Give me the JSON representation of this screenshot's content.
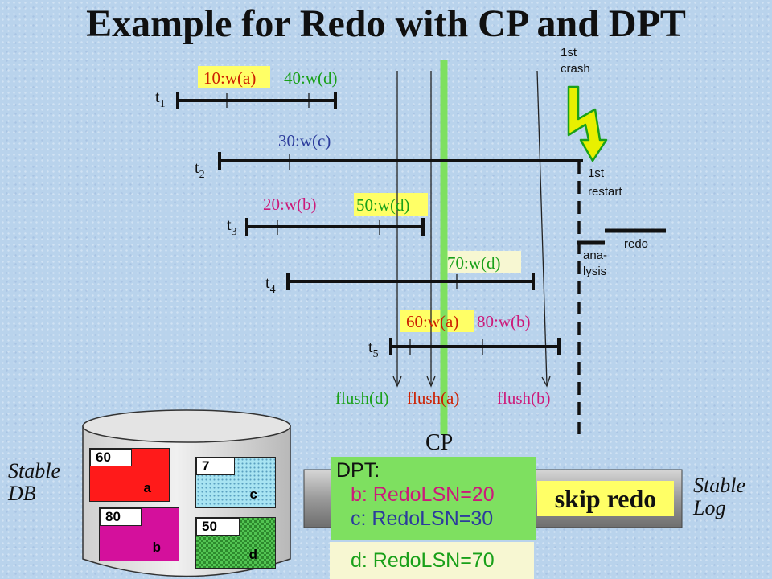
{
  "title": "Example for Redo with CP and DPT",
  "timeline": {
    "transactions": [
      {
        "label": "t",
        "sub": "1"
      },
      {
        "label": "t",
        "sub": "2"
      },
      {
        "label": "t",
        "sub": "3"
      },
      {
        "label": "t",
        "sub": "4"
      },
      {
        "label": "t",
        "sub": "5"
      }
    ],
    "writes": [
      "10:w(a)",
      "40:w(d)",
      "30:w(c)",
      "20:w(b)",
      "50:w(d)",
      "70:w(d)",
      "60:w(a)",
      "80:w(b)"
    ],
    "flushes": [
      "flush(d)",
      "flush(a)",
      "flush(b)"
    ],
    "checkpoint": "CP",
    "crash_line1": "1st",
    "crash_line2": "crash",
    "restart_line1": "1st",
    "restart_line2": "restart",
    "analysis_line1": "ana-",
    "analysis_line2": "lysis",
    "redo_phase": "redo"
  },
  "stable_db": {
    "label_line1": "Stable",
    "label_line2": "DB",
    "pages": [
      {
        "name": "a",
        "lsn": "60",
        "color": "#ff1a1a"
      },
      {
        "name": "b",
        "lsn": "80",
        "color": "#d4109c"
      },
      {
        "name": "c",
        "lsn": "7",
        "color": "#a8e4f2"
      },
      {
        "name": "d",
        "lsn": "50",
        "color": "#52c452"
      }
    ]
  },
  "stable_log": {
    "label_line1": "Stable",
    "label_line2": "Log",
    "skip_redo": "skip redo"
  },
  "dpt": {
    "title": "DPT:",
    "b": "b: RedoLSN=20",
    "c": "c: RedoLSN=30",
    "d": "d: RedoLSN=70"
  },
  "colors": {
    "write_red": "#cc1f00",
    "write_green": "#19a019",
    "write_blue": "#2c3c9c",
    "write_pink": "#cc1a7a",
    "cp_line": "#7ee060",
    "highlight_yellow": "#ffff66",
    "highlight_cream": "#f7f7d2"
  }
}
